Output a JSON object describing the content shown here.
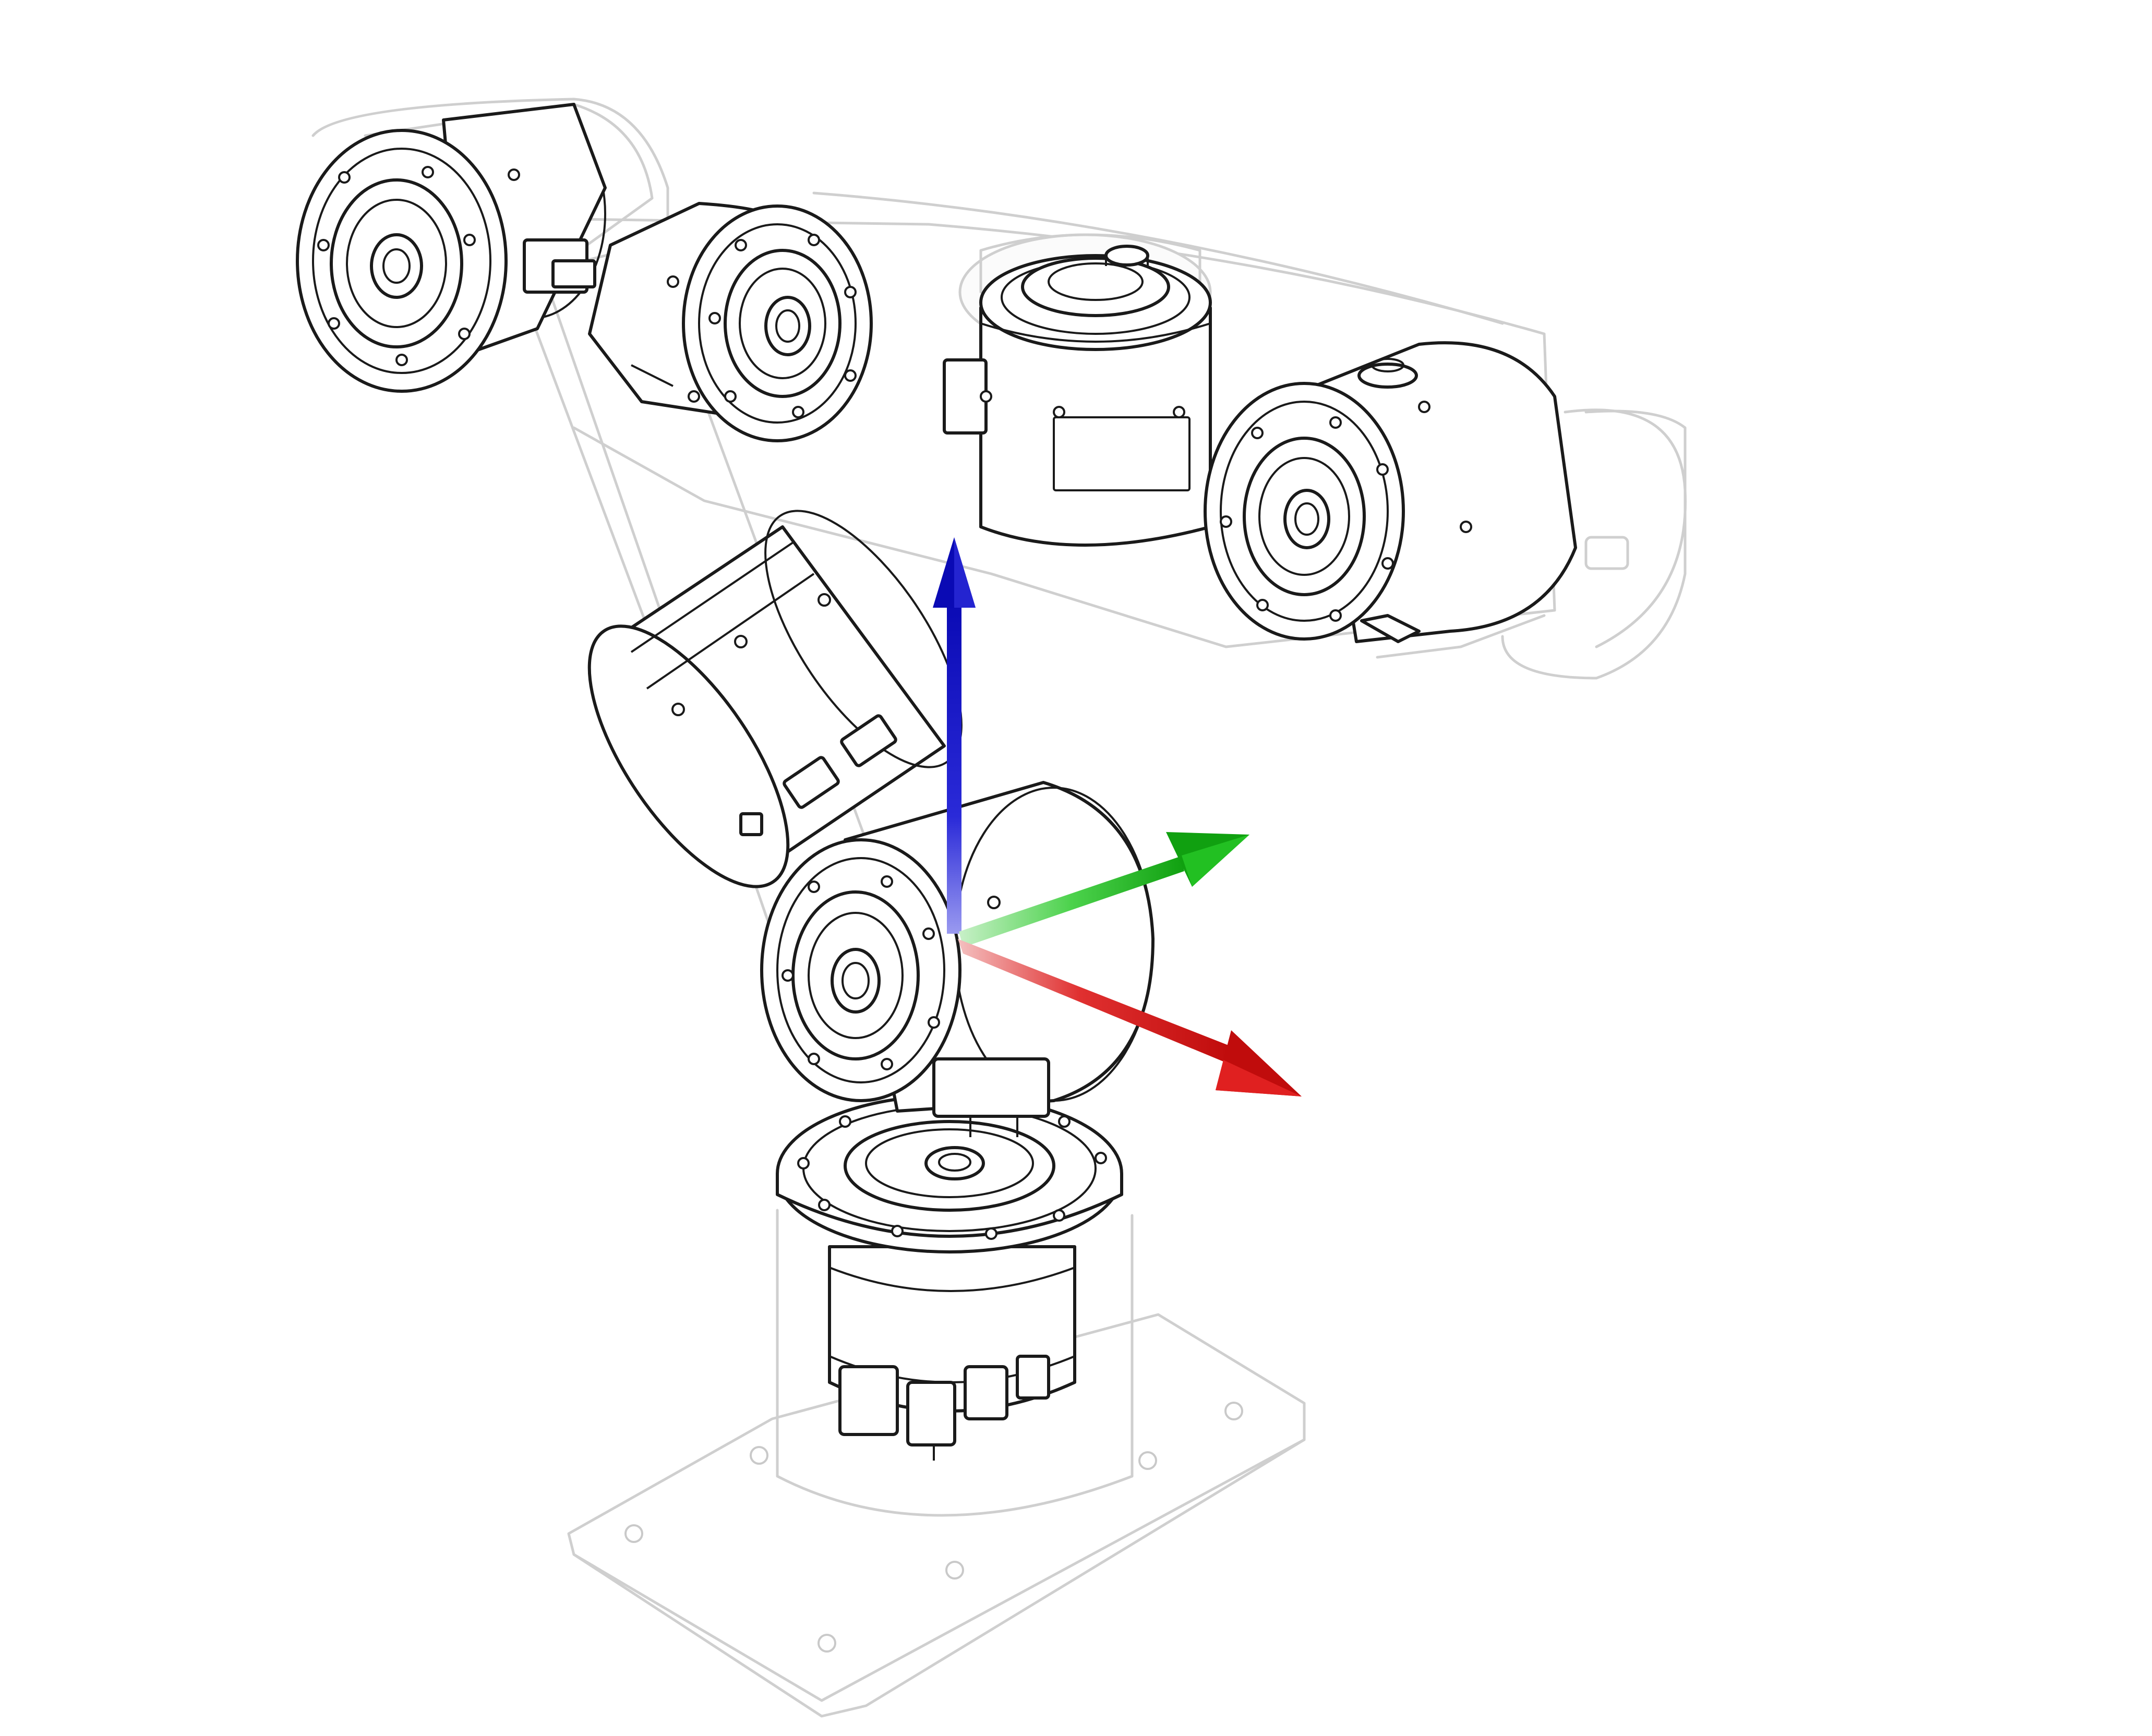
{
  "axes": [
    {
      "id": "z",
      "color": "#1010c8"
    },
    {
      "id": "y",
      "color": "#18b418"
    },
    {
      "id": "x",
      "color": "#d81414"
    }
  ],
  "colors": {
    "ghost_outline": "#cfcfcf",
    "ink_outline": "#1a1a1a",
    "background": "#ffffff"
  }
}
